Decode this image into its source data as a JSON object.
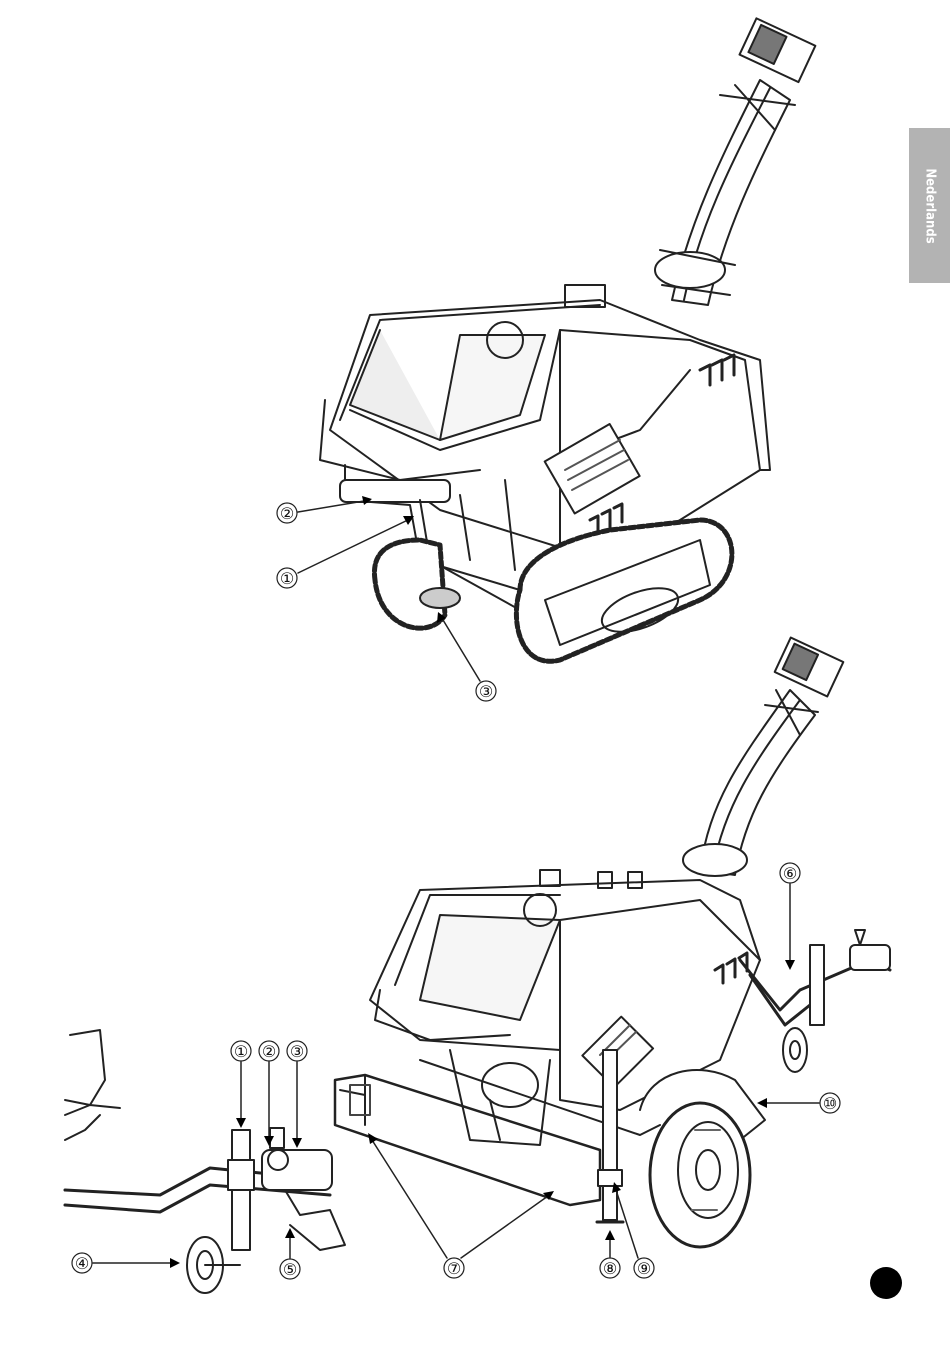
{
  "language_tab": {
    "label": "Nederlands",
    "color": "#b3b3b3"
  },
  "callouts_top": [
    "②",
    "①",
    "③"
  ],
  "callouts_hitch": [
    "①",
    "②",
    "③",
    "④",
    "⑤"
  ],
  "callouts_trailer": [
    "⑥",
    "⑦",
    "⑧",
    "⑨",
    "⑩"
  ]
}
